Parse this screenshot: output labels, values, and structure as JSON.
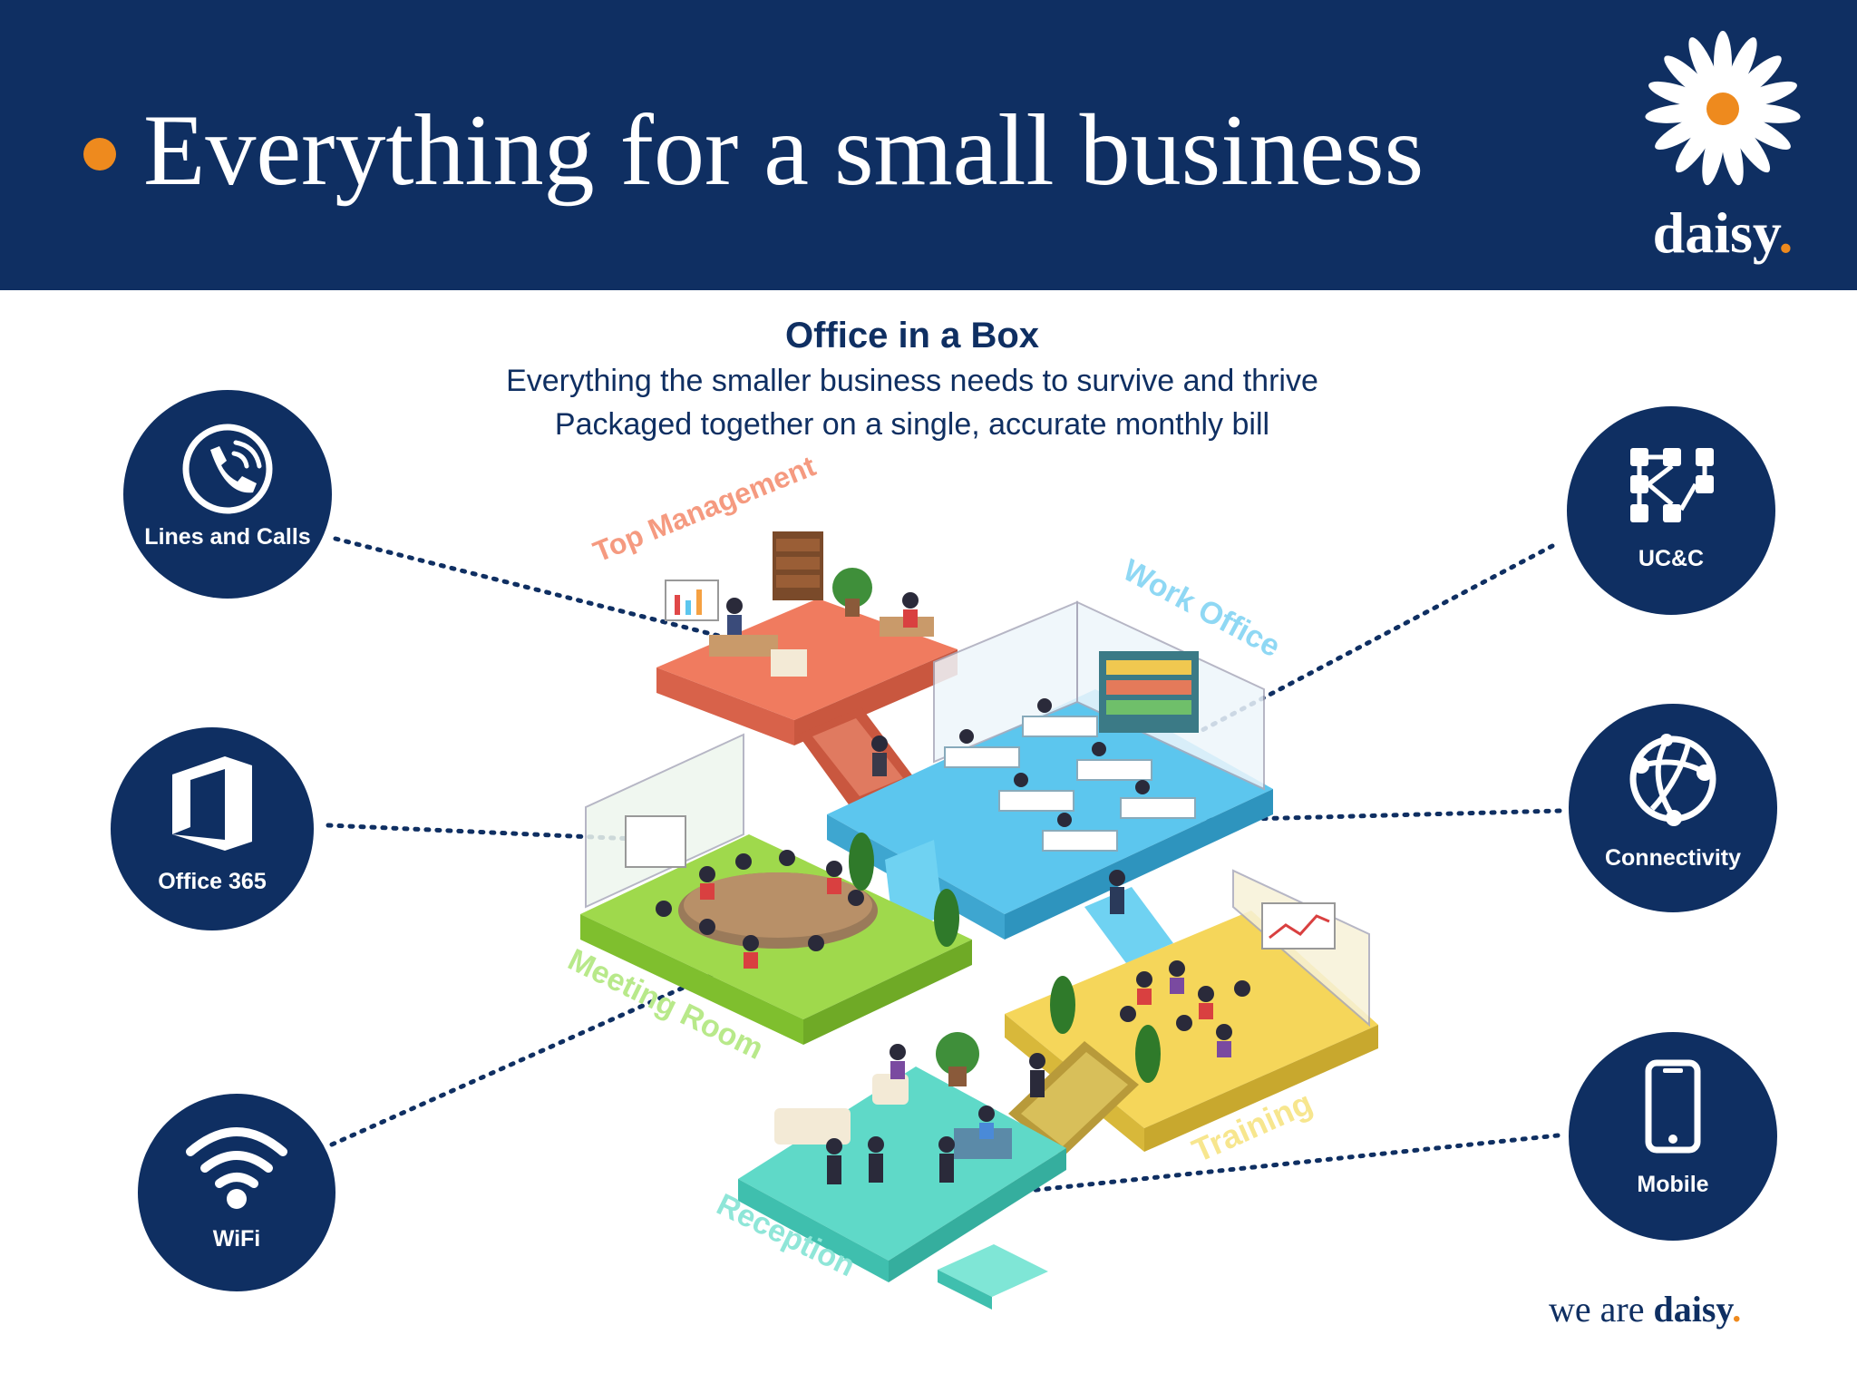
{
  "header": {
    "title": "Everything for a small business",
    "logo_text": "daisy",
    "logo_dot": "."
  },
  "intro": {
    "title": "Office in a Box",
    "line1": "Everything the smaller business needs to survive and thrive",
    "line2": "Packaged together on a single, accurate monthly bill"
  },
  "services": {
    "lines_and_calls": "Lines and Calls",
    "office365": "Office 365",
    "wifi": "WiFi",
    "ucc": "UC&C",
    "connectivity": "Connectivity",
    "mobile": "Mobile"
  },
  "zones": {
    "top_management": "Top Management",
    "work_office": "Work Office",
    "meeting_room": "Meeting Room",
    "training": "Training",
    "reception": "Reception"
  },
  "footer": {
    "prefix": "we are ",
    "brand": "daisy",
    "dot": "."
  },
  "colors": {
    "navy": "#0f2f62",
    "orange": "#ee8a1e",
    "top_management": "#f07b5f",
    "work_office": "#5cc6ee",
    "meeting_room": "#9fd94c",
    "training": "#f5d65a",
    "reception": "#5fd9c8"
  },
  "icons": [
    "phone-icon",
    "office365-icon",
    "wifi-icon",
    "ucc-network-icon",
    "globe-icon",
    "mobile-phone-icon",
    "daisy-flower-icon"
  ]
}
